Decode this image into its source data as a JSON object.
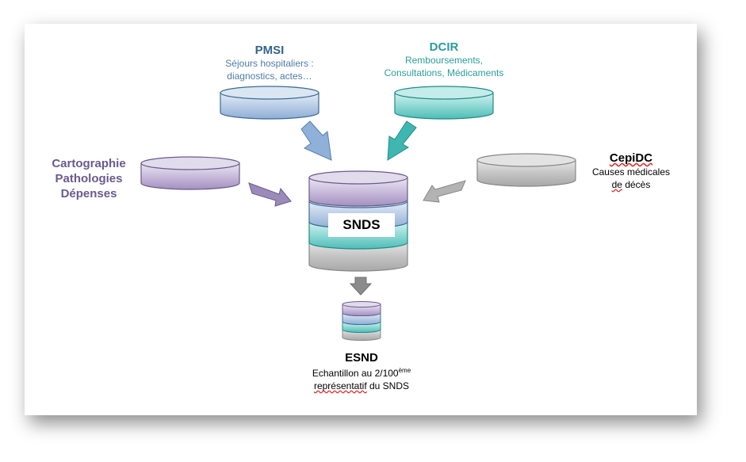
{
  "sources": {
    "pmsi": {
      "title": "PMSI",
      "line1": "Séjours hospitaliers :",
      "line2": "diagnostics, actes…"
    },
    "dcir": {
      "title": "DCIR",
      "line1": "Remboursements,",
      "line2": "Consultations, Médicaments"
    },
    "cartographie": {
      "line1": "Cartographie",
      "line2": "Pathologies",
      "line3": "Dépenses"
    },
    "cepidc": {
      "title": "CepiDC",
      "line1": "Causes médicales",
      "line2_a": "de",
      "line2_b": "décès"
    }
  },
  "center": {
    "label": "SNDS"
  },
  "output": {
    "title": "ESND",
    "line1": "Echantillon au 2/100",
    "line1_sup": "ème",
    "line2_a": "représentatif",
    "line2_b": "du SNDS"
  },
  "colors": {
    "pmsi": "#36648b",
    "dcir": "#2a9d9a",
    "cartographie": "#6a5a8c",
    "cepidc": "#888888"
  }
}
